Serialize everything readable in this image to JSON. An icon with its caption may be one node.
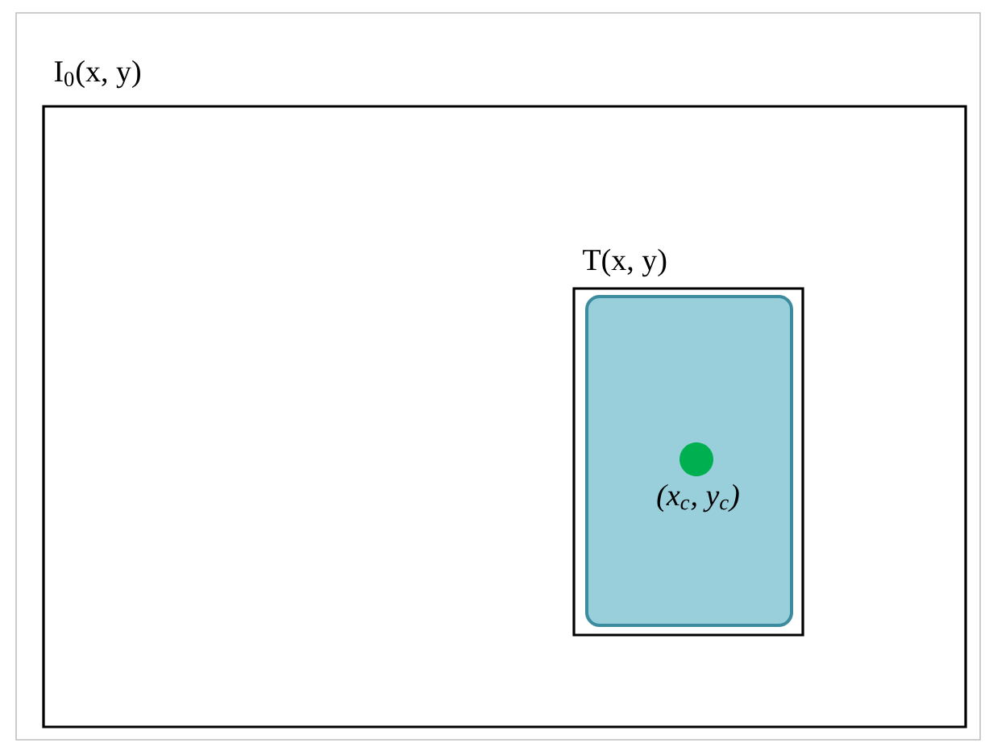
{
  "diagram": {
    "nodes": [
      {
        "text": [
          "I$_{0}$(x, y)"
        ]
      },
      {
        "text": [
          "T(x, y)"
        ],
        "in": 0
      },
      {
        "text": [
          "(x$_{c}$, y$_{c}$)"
        ],
        "in": 1
      }
    ]
  }
}
